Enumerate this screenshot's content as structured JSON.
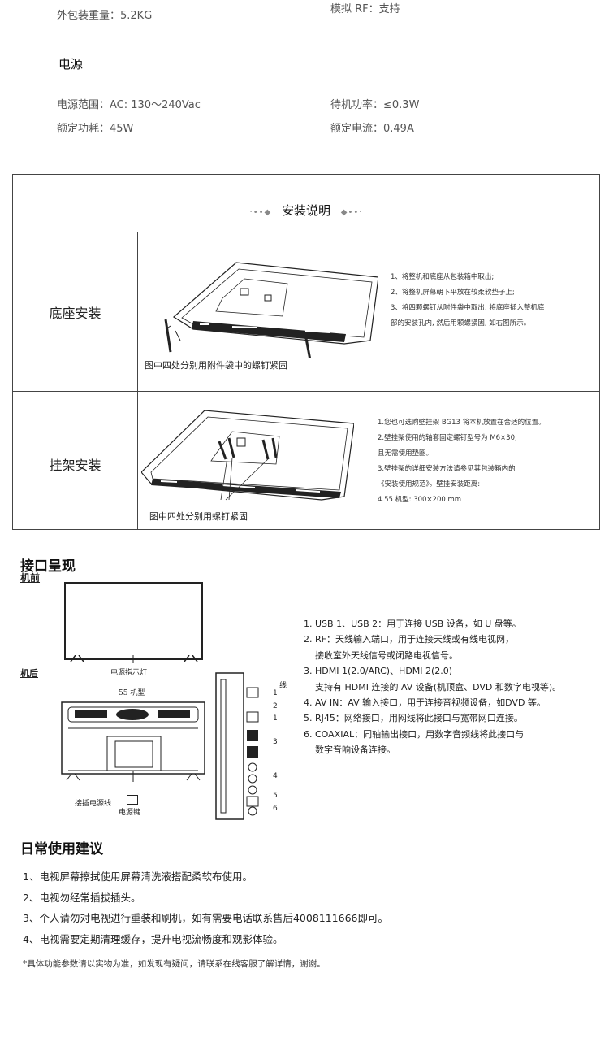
{
  "specs_top": {
    "left": "外包装重量：5.2KG",
    "right": "模拟 RF：支持"
  },
  "power": {
    "title": "电源",
    "range": "电源范围：AC:  130～240Vac",
    "rated_power": "额定功耗：45W",
    "standby": "待机功率：≤0.3W",
    "rated_current": "额定电流：0.49A"
  },
  "install": {
    "title": "安装说明",
    "base": {
      "label": "底座安装",
      "caption": "图中四处分别用附件袋中的螺钉紧固",
      "notes": [
        "1、将整机和底座从包装箱中取出;",
        "2、将整机屏幕朝下平放在较柔软垫子上;",
        "3、将四颗螺钉从附件袋中取出, 将底座插入整机底",
        "    部的安装孔内, 然后用颗螺紧固, 如右图所示。"
      ]
    },
    "wall": {
      "label": "挂架安装",
      "caption": "图中四处分别用螺钉紧固",
      "notes": [
        "1.您也可选购壁挂架 BG13 将本机放置在合适的位置。",
        "2.壁挂架使用的轴套固定螺钉型号为  M6×30,",
        "   且无需使用垫圈。",
        "3.壁挂架的详细安装方法请参见其包装箱内的",
        "《安装使用规范》。壁挂安装距离:",
        "4.55 机型: 300×200 mm"
      ]
    }
  },
  "interface": {
    "title": "接口呈现",
    "front_label": "机前",
    "back_label": "机后",
    "indicator_label": "电源指示灯",
    "model_label": "55 机型",
    "power_cord_label": "接插电源线",
    "power_key_label": "电源键",
    "wire_label": "线",
    "port_numbers": [
      "1",
      "2",
      "1",
      "3",
      "4",
      "5",
      "6"
    ],
    "items": [
      "1. USB 1、USB 2：用于连接 USB 设备，如 U 盘等。",
      "2. RF：天线输入端口，用于连接天线或有线电视网，",
      "   接收室外天线信号或闭路电视信号。",
      "3. HDMI 1(2.0/ARC)、HDMI 2(2.0)",
      "   支持有 HDMI 连接的 AV 设备(机顶盒、DVD 和数字电视等)。",
      "4. AV IN：AV 输入接口，用于连接音视频设备，如DVD 等。",
      "5. RJ45：网络接口，用网线将此接口与宽带网口连接。",
      "6. COAXIAL：同轴输出接口，用数字音频线将此接口与",
      "   数字音响设备连接。"
    ]
  },
  "daily": {
    "title": "日常使用建议",
    "items": [
      "1、电视屏幕擦拭使用屏幕清洗液搭配柔软布使用。",
      "2、电视勿经常插拔插头。",
      "3、个人请勿对电视进行重装和刷机，如有需要电话联系售后4008111666即可。",
      "4、电视需要定期清理缓存，提升电视流畅度和观影体验。"
    ],
    "footnote": "*具体功能参数请以实物为准，如发现有疑问，请联系在线客服了解详情，谢谢。"
  }
}
